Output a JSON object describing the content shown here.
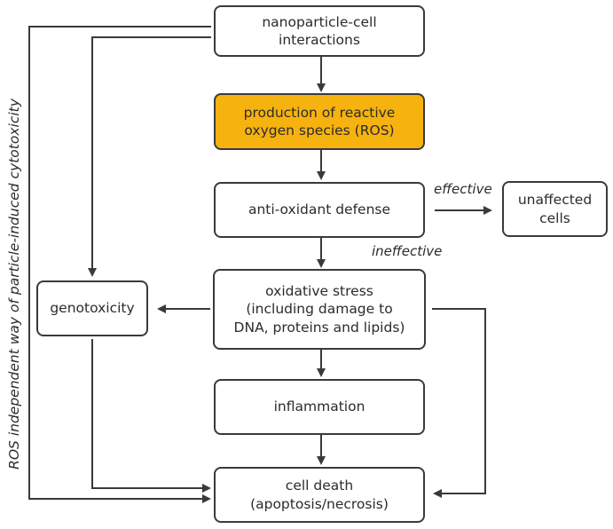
{
  "nodes": {
    "interactions": "nanoparticle-cell\ninteractions",
    "ros": "production of reactive\noxygen species (ROS)",
    "antioxidant": "anti-oxidant defense",
    "unaffected": "unaffected\ncells",
    "oxidative": "oxidative stress\n(including damage to\nDNA, proteins and lipids)",
    "genotoxicity": "genotoxicity",
    "inflammation": "inflammation",
    "death": "cell death\n(apoptosis/necrosis)"
  },
  "edge_labels": {
    "effective": "effective",
    "ineffective": "ineffective"
  },
  "side_label": "ROS independent way of particle-induced cytotoxicity",
  "colors": {
    "highlight": "#f6b20e",
    "stroke": "#3a3a3a",
    "text": "#2b2b2b"
  }
}
